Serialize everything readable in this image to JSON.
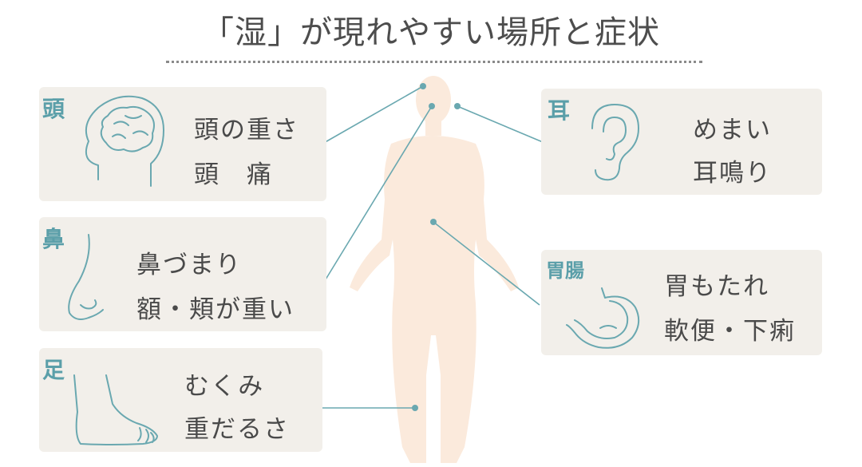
{
  "title": "「湿」が現れやすい場所と症状",
  "regions": {
    "head": {
      "tag": "頭",
      "icon": "brain-head-icon",
      "lines": [
        "頭の重さ",
        "頭　痛"
      ]
    },
    "nose": {
      "tag": "鼻",
      "icon": "nose-icon",
      "lines": [
        "鼻づまり",
        "額・頬が重い"
      ]
    },
    "feet": {
      "tag": "足",
      "icon": "foot-icon",
      "lines": [
        "むくみ",
        "重だるさ"
      ]
    },
    "ear": {
      "tag": "耳",
      "icon": "ear-icon",
      "lines": [
        "めまい",
        "耳鳴り"
      ]
    },
    "stomach": {
      "tag": "胃腸",
      "icon": "stomach-icon",
      "lines": [
        "胃もたれ",
        "軟便・下痢"
      ]
    }
  },
  "colors": {
    "accent": "#6aa8b0",
    "box": "#f2efea",
    "body": "#fbeadc",
    "line": "#6aa8b0"
  }
}
